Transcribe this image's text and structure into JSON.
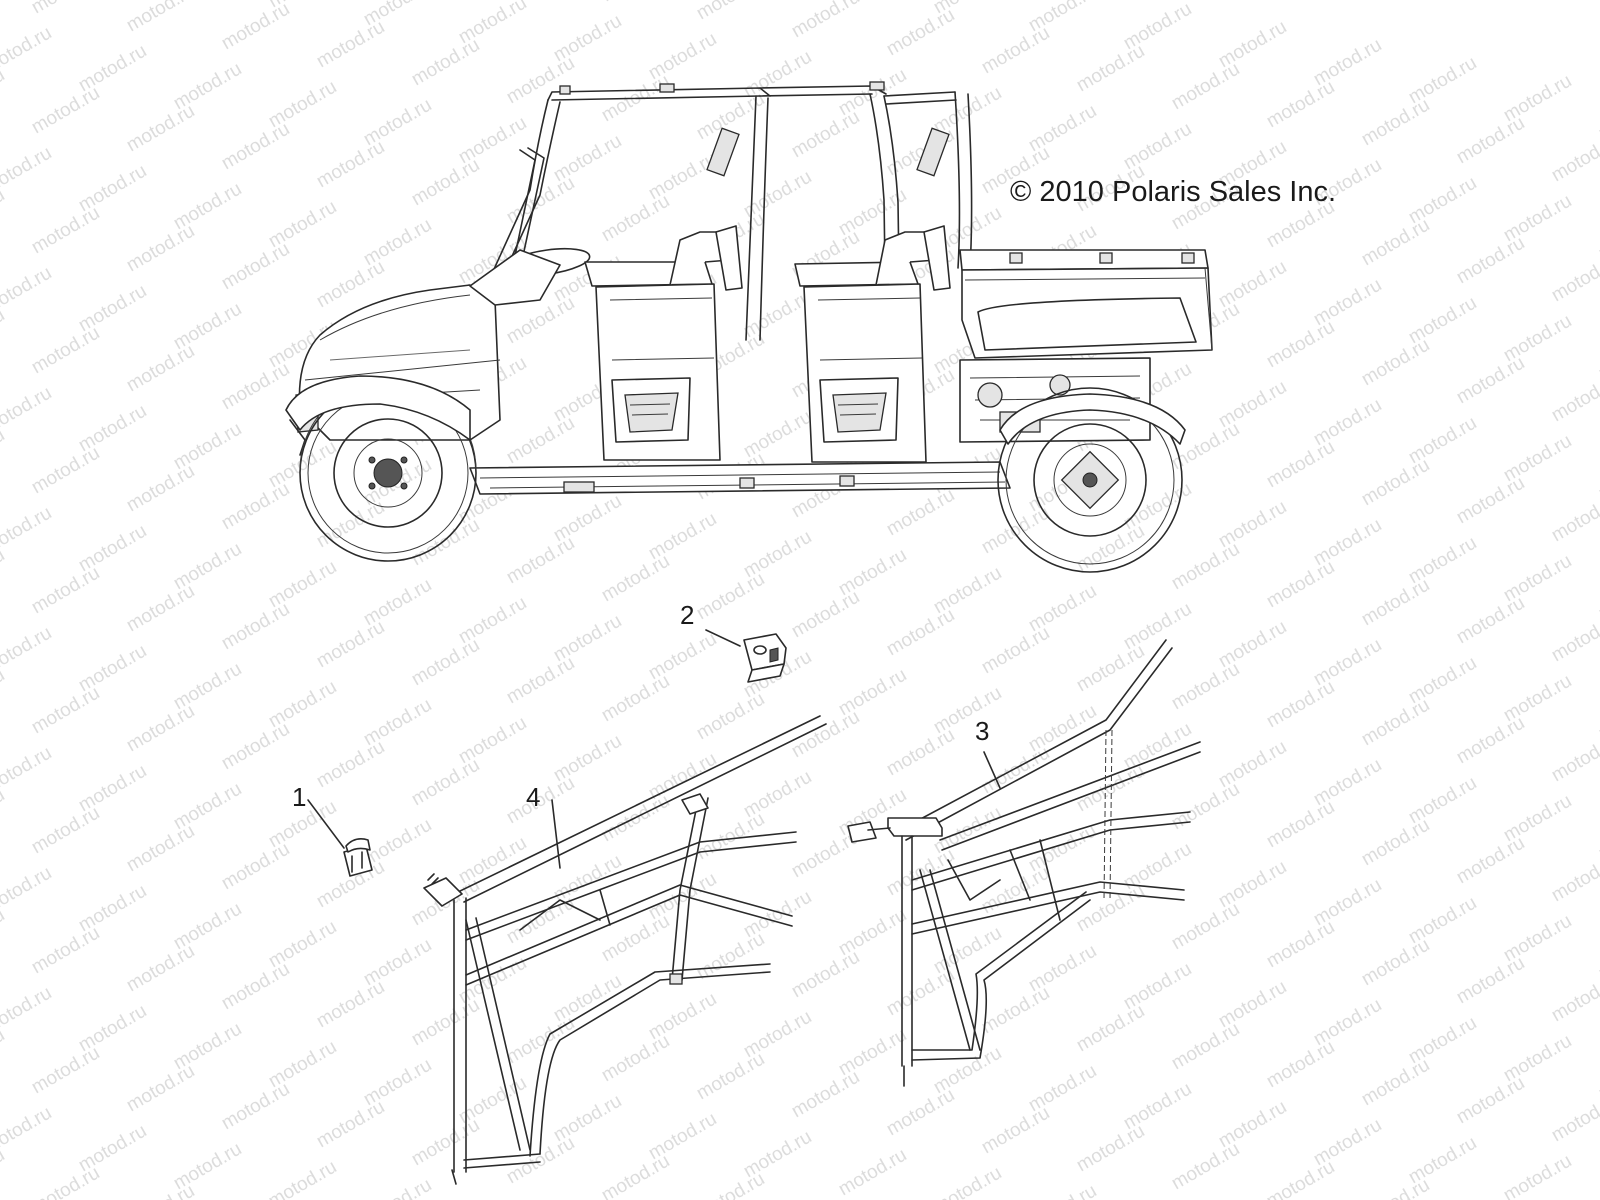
{
  "watermark": "motod.ru",
  "copyright": "© 2010 Polaris Sales Inc.",
  "callouts": [
    {
      "id": "1",
      "label": "1"
    },
    {
      "id": "2",
      "label": "2"
    },
    {
      "id": "3",
      "label": "3"
    },
    {
      "id": "4",
      "label": "4"
    }
  ]
}
